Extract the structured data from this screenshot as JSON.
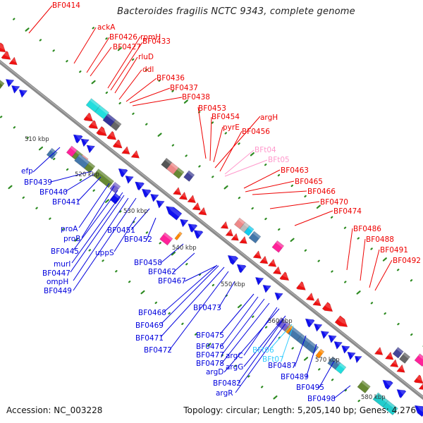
{
  "title": "Bacteroides fragilis NCTC 9343, complete genome",
  "footer": {
    "accession": "Accession: NC_003228",
    "summary": "Topology: circular; Length: 5,205,140 bp; Genes: 4,276"
  },
  "colors": {
    "forward_label": "#ee0000",
    "reverse_label": "#0000dd",
    "trna_forward_label": "#ff99cc",
    "trna_reverse_label": "#33ccff",
    "backbone": "#888888",
    "tick": "#2e8b22"
  },
  "scale_ticks": [
    "510 kbp",
    "520 kbp",
    "530 kbp",
    "540 kbp",
    "550 kbp",
    "560 kbp",
    "570 kbp",
    "580 kbp"
  ],
  "forward_labels": [
    {
      "text": "BF0414",
      "type": "gene"
    },
    {
      "text": "ackA",
      "type": "gene"
    },
    {
      "text": "BF0426",
      "type": "gene"
    },
    {
      "text": "BF0427",
      "type": "gene"
    },
    {
      "text": "rpmH",
      "type": "gene"
    },
    {
      "text": "BF0433",
      "type": "gene"
    },
    {
      "text": "rluD",
      "type": "gene"
    },
    {
      "text": "ddl",
      "type": "gene"
    },
    {
      "text": "BF0436",
      "type": "gene"
    },
    {
      "text": "BF0437",
      "type": "gene"
    },
    {
      "text": "BF0438",
      "type": "gene"
    },
    {
      "text": "BF0453",
      "type": "gene"
    },
    {
      "text": "BF0454",
      "type": "gene"
    },
    {
      "text": "pyrE",
      "type": "gene"
    },
    {
      "text": "argH",
      "type": "gene"
    },
    {
      "text": "BF0456",
      "type": "gene"
    },
    {
      "text": "BFt04",
      "type": "trna"
    },
    {
      "text": "BFt05",
      "type": "trna"
    },
    {
      "text": "BF0463",
      "type": "gene"
    },
    {
      "text": "BF0465",
      "type": "gene"
    },
    {
      "text": "BF0466",
      "type": "gene"
    },
    {
      "text": "BF0470",
      "type": "gene"
    },
    {
      "text": "BF0474",
      "type": "gene"
    },
    {
      "text": "BF0486",
      "type": "gene"
    },
    {
      "text": "BF0488",
      "type": "gene"
    },
    {
      "text": "BF0491",
      "type": "gene"
    },
    {
      "text": "BF0492",
      "type": "gene"
    }
  ],
  "reverse_labels": [
    {
      "text": "efp",
      "type": "gene"
    },
    {
      "text": "BF0439",
      "type": "gene"
    },
    {
      "text": "BF0440",
      "type": "gene"
    },
    {
      "text": "BF0441",
      "type": "gene"
    },
    {
      "text": "proA",
      "type": "gene"
    },
    {
      "text": "proB",
      "type": "gene"
    },
    {
      "text": "BF0445",
      "type": "gene"
    },
    {
      "text": "murI",
      "type": "gene"
    },
    {
      "text": "BF0447",
      "type": "gene"
    },
    {
      "text": "ompH",
      "type": "gene"
    },
    {
      "text": "BF0449",
      "type": "gene"
    },
    {
      "text": "uppS",
      "type": "gene"
    },
    {
      "text": "BF0451",
      "type": "gene"
    },
    {
      "text": "BF0452",
      "type": "gene"
    },
    {
      "text": "BF0458",
      "type": "gene"
    },
    {
      "text": "BF0462",
      "type": "gene"
    },
    {
      "text": "BF0467",
      "type": "gene"
    },
    {
      "text": "BF0468",
      "type": "gene"
    },
    {
      "text": "BF0469",
      "type": "gene"
    },
    {
      "text": "BF0471",
      "type": "gene"
    },
    {
      "text": "BF0472",
      "type": "gene"
    },
    {
      "text": "BF0473",
      "type": "gene"
    },
    {
      "text": "BF0475",
      "type": "gene"
    },
    {
      "text": "BF0476",
      "type": "gene"
    },
    {
      "text": "BF0477",
      "type": "gene"
    },
    {
      "text": "BF0478",
      "type": "gene"
    },
    {
      "text": "argC",
      "type": "gene"
    },
    {
      "text": "argG",
      "type": "gene"
    },
    {
      "text": "argD",
      "type": "gene"
    },
    {
      "text": "BF0482",
      "type": "gene"
    },
    {
      "text": "argR",
      "type": "gene"
    },
    {
      "text": "BFt06",
      "type": "trna"
    },
    {
      "text": "BFt07",
      "type": "trna"
    },
    {
      "text": "BF0487",
      "type": "gene"
    },
    {
      "text": "BF0489",
      "type": "gene"
    },
    {
      "text": "BF0495",
      "type": "gene"
    },
    {
      "text": "BF0498",
      "type": "gene"
    }
  ]
}
